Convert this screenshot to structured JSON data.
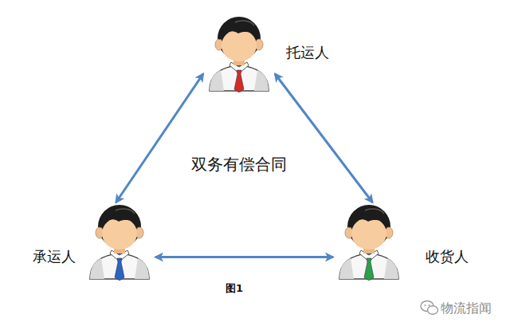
{
  "diagram": {
    "nodes": [
      {
        "text": [
          "托运人"
        ]
      },
      {
        "text": [
          "承运人"
        ]
      },
      {
        "text": [
          "收货人"
        ]
      }
    ],
    "edges": [
      {
        "from": 0,
        "to": 1,
        "arrow": "both"
      },
      {
        "from": 0,
        "to": 2,
        "arrow": "both"
      },
      {
        "from": 1,
        "to": 2,
        "arrow": "both"
      }
    ],
    "labels": [
      "双务有偿合同",
      "图1",
      "物流指闻"
    ]
  }
}
